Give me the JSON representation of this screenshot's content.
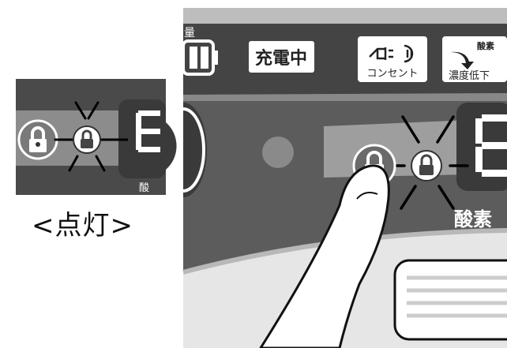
{
  "labels": {
    "battery_level_fragment": "量",
    "charging": "充電中",
    "outlet": "コンセント",
    "oxygen_small": "酸素",
    "low_concentration": "濃度低下",
    "oxygen_bottom_left": "酸",
    "oxygen_bottom_right": "酸素"
  },
  "caption": "<点灯>",
  "colors": {
    "panel_dark": "#444444",
    "panel_mid": "#5a5a5a",
    "panel_light_band": "#9a9a9a",
    "display_segment": "#ffffff",
    "button_gray": "#8a8a8a"
  }
}
